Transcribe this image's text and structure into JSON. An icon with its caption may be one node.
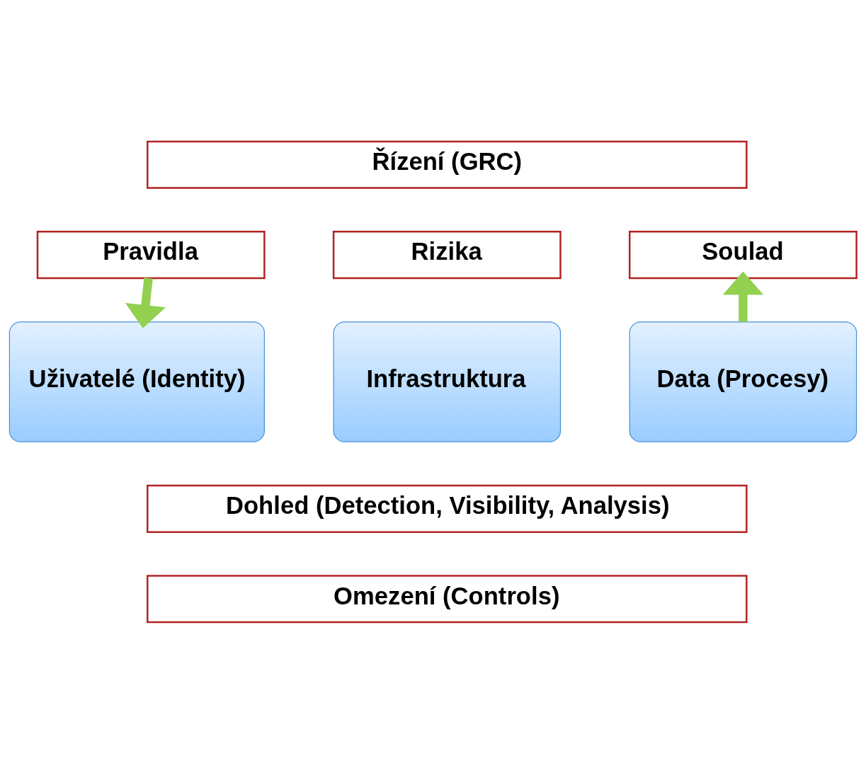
{
  "diagram": {
    "nodes": [
      {
        "text": [
          "Řízení (GRC)"
        ]
      },
      {
        "text": [
          "Pravidla"
        ]
      },
      {
        "text": [
          "Rizika"
        ]
      },
      {
        "text": [
          "Soulad"
        ]
      },
      {
        "text": [
          "Uživatelé (Identity)"
        ]
      },
      {
        "text": [
          "Infrastruktura"
        ]
      },
      {
        "text": [
          "Data (Procesy)"
        ]
      },
      {
        "text": [
          "Dohled (Detection, Visibility, Analysis)"
        ]
      },
      {
        "text": [
          "Omezení (Controls)"
        ]
      }
    ],
    "edges": [
      {
        "from": 1,
        "to": 4,
        "arrow": "to"
      },
      {
        "from": 6,
        "to": 3,
        "arrow": "to"
      }
    ]
  }
}
